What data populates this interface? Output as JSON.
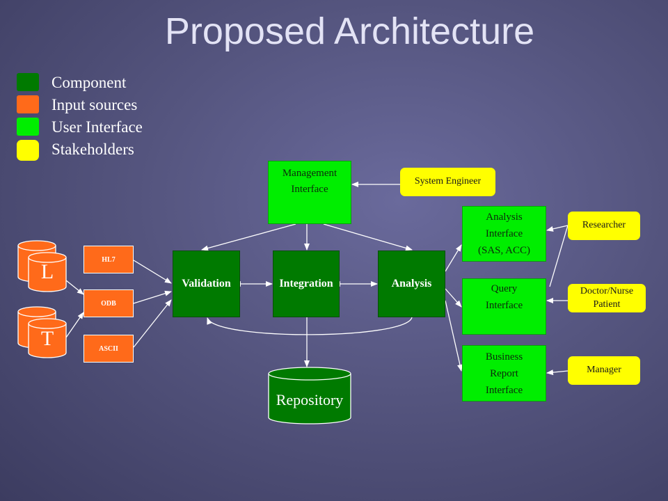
{
  "title": "Proposed Architecture",
  "legend": [
    {
      "label": "Component",
      "color": "#007a00"
    },
    {
      "label": "Input sources",
      "color": "#ff6a1a"
    },
    {
      "label": "User Interface",
      "color": "#00ee00"
    },
    {
      "label": "Stakeholders",
      "color": "#ffff00"
    }
  ],
  "databases": {
    "l": "L",
    "t": "T",
    "repository": "Repository"
  },
  "sources": {
    "hl7": "HL7",
    "odb": "ODB",
    "ascii": "ASCII"
  },
  "components": {
    "validation": "Validation",
    "integration": "Integration",
    "analysis": "Analysis"
  },
  "interfaces": {
    "management": "Management\nInterface",
    "analysis": "Analysis\nInterface\n(SAS, ACC)",
    "query": "Query\nInterface",
    "business": "Business\nReport\nInterface"
  },
  "stakeholders": {
    "system_engineer": "System Engineer",
    "researcher": "Researcher",
    "doctor": "Doctor/Nurse\nPatient",
    "manager": "Manager"
  },
  "colors": {
    "component": "#007a00",
    "input": "#ff6a1a",
    "ui": "#00ee00",
    "stakeholder": "#ffff00",
    "arrow": "#ffffff"
  }
}
